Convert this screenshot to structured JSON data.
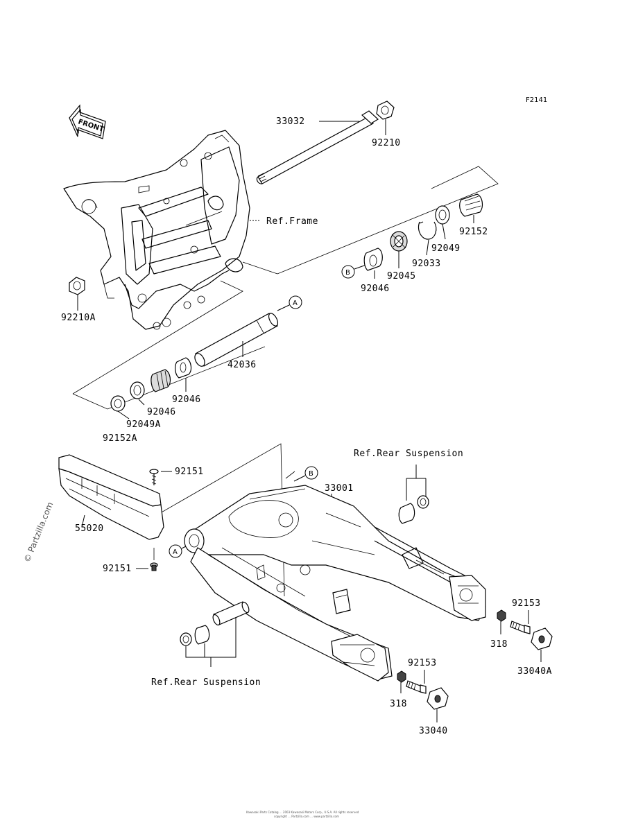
{
  "figure_code": "F2141",
  "front_label": "FRONT",
  "watermark": "© Partzilla.com",
  "footer_line1": "Kawasaki Parts Catalog ... 2003 Kawasaki Motors Corp., U.S.A. All rights reserved",
  "footer_line2": "copyright ... Partzilla.com ... www.partzilla.com",
  "refs": {
    "frame": "Ref.Frame",
    "rear_suspension_top": "Ref.Rear Suspension",
    "rear_suspension_bottom": "Ref.Rear Suspension",
    "marker_a": "A",
    "marker_b": "B"
  },
  "parts": {
    "p33032": "33032",
    "p92210": "92210",
    "p92210A": "92210A",
    "p92152": "92152",
    "p92049": "92049",
    "p92033": "92033",
    "p92045": "92045",
    "p92046_b": "92046",
    "p42036": "42036",
    "p92046_c": "92046",
    "p92046_d": "92046",
    "p92049A": "92049A",
    "p92152A": "92152A",
    "p92151_top": "92151",
    "p33001": "33001",
    "p55020": "55020",
    "p92151_bot": "92151",
    "p92153_right": "92153",
    "p318_right": "318",
    "p33040A": "33040A",
    "p92153_bot": "92153",
    "p318_bot": "318",
    "p33040": "33040"
  }
}
